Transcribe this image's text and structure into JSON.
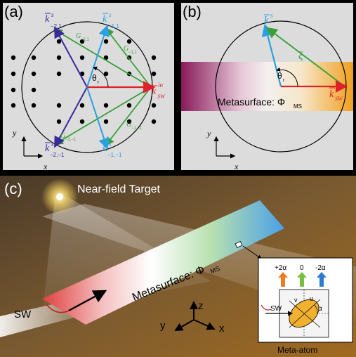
{
  "panel_a": {
    "label": "(a)",
    "k_minus21": {
      "k": "k",
      "sup": "s",
      "sub": "−2,1"
    },
    "k_minus11": {
      "k": "k",
      "sup": "s",
      "sub": "−1,1"
    },
    "k_minus2m1": {
      "k": "k",
      "sup": "s",
      "sub": "−2,−1"
    },
    "k_minus1m1": {
      "k": "k",
      "sup": "s",
      "sub": "−1,−1"
    },
    "G_minus21": {
      "g": "G",
      "sub": "−2,1"
    },
    "G_minus11": {
      "g": "G",
      "sub": "−1,1"
    },
    "G_minus2m1": {
      "g": "G",
      "sub": "−2,−1"
    },
    "G_minus1m1": {
      "g": "G",
      "sub": "−1,−1"
    },
    "k_sw": {
      "k": "k",
      "sup": "in",
      "sub": "SW"
    },
    "theta": {
      "t": "θ",
      "sub": "r"
    },
    "axis_y": "y",
    "axis_x": "x"
  },
  "panel_b": {
    "label": "(b)",
    "k_s": {
      "k": "k",
      "sup": "s"
    },
    "xi": "ξ",
    "theta": {
      "t": "θ",
      "sub": "r"
    },
    "k_sw": {
      "k": "k",
      "sup": "in",
      "sub": "SW"
    },
    "metasurface": {
      "text": "Metasurface: Φ",
      "sub": "MS"
    },
    "axis_y": "y",
    "axis_x": "x"
  },
  "panel_c": {
    "label": "(c)",
    "target": "Near-field Target",
    "metasurface": {
      "text": "Metasurface: Φ",
      "sub": "MS"
    },
    "sw": "SW",
    "axis_z": "z",
    "axis_y": "y",
    "axis_x": "x",
    "inset": {
      "phase_plus": "+2α",
      "phase_zero": "0",
      "phase_minus": "-2α",
      "sw": "SW",
      "v": "v",
      "u": "u",
      "alpha": "α",
      "caption": "Meta-atom"
    }
  },
  "colors": {
    "k_sw": "#e0202a",
    "k_blue": "#2aa0e0",
    "k_purple": "#3a2a9a",
    "g_green": "#3aa03a",
    "phase_orange": "#f07a20",
    "phase_green": "#7ac040",
    "phase_blue": "#2a7ad0"
  }
}
